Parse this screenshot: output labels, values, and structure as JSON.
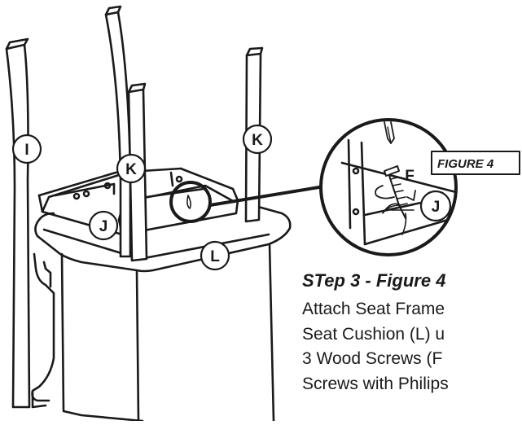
{
  "callouts": {
    "i": "I",
    "j": "J",
    "k": "K",
    "l": "L",
    "f": "F"
  },
  "figure_label": "FIGURE 4",
  "step": {
    "title": "STep 3 - Figure 4",
    "lines": [
      "Attach Seat Frame",
      "Seat Cushion (L) u",
      "3 Wood Screws (F",
      "Screws with Philips"
    ]
  }
}
